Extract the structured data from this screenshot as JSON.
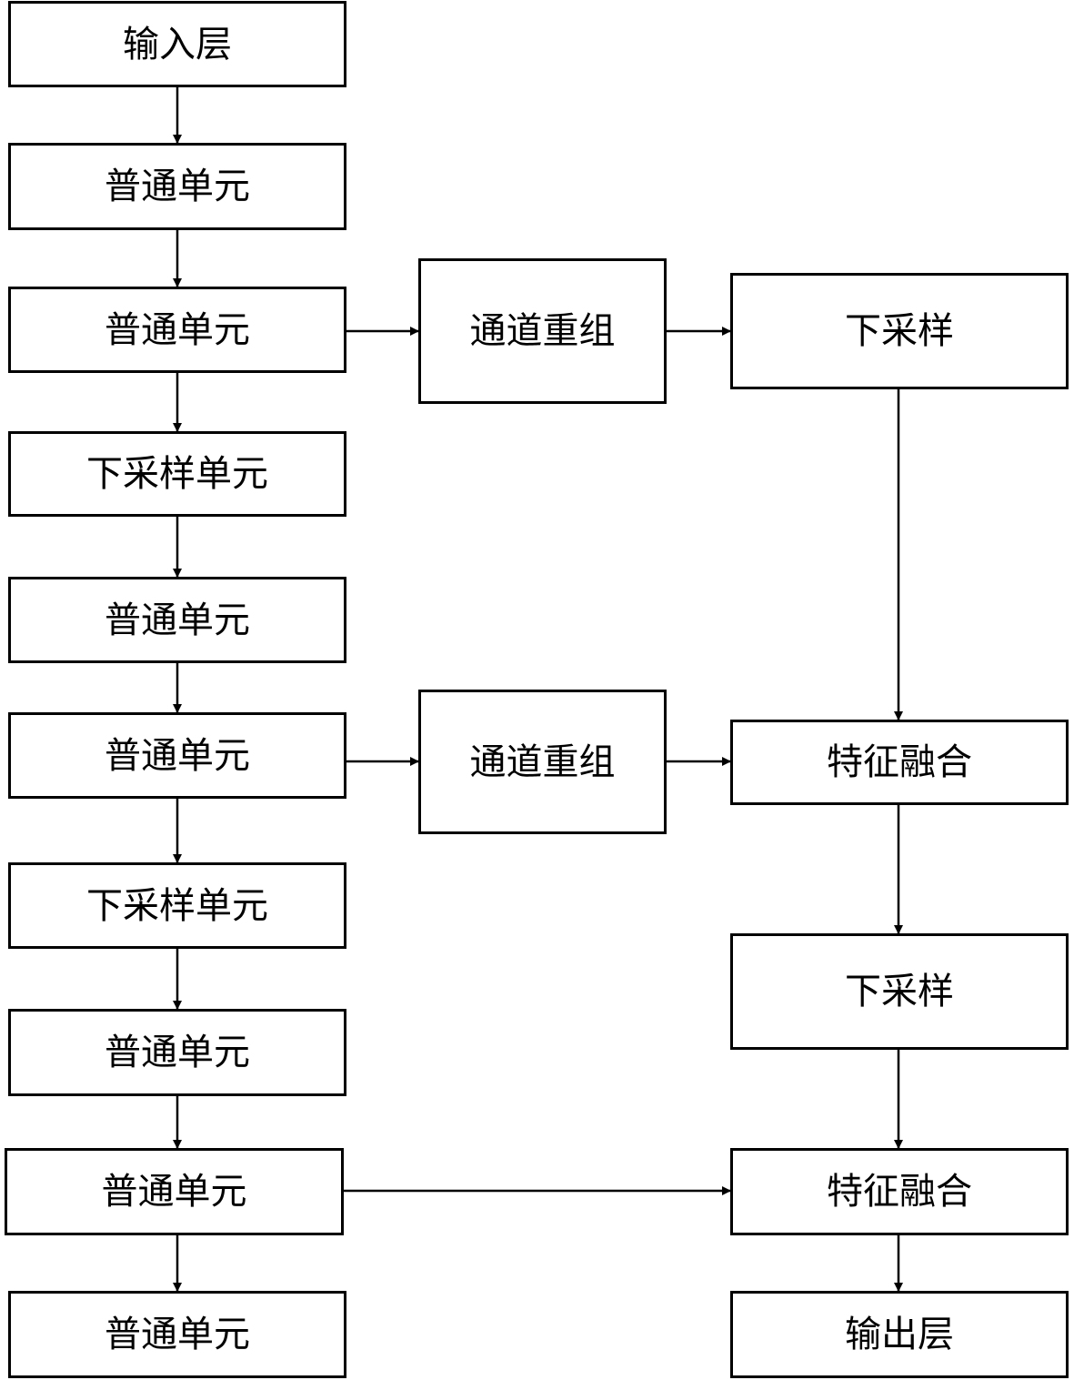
{
  "diagram": {
    "left_column": [
      {
        "label": "输入层"
      },
      {
        "label": "普通单元"
      },
      {
        "label": "普通单元"
      },
      {
        "label": "下采样单元"
      },
      {
        "label": "普通单元"
      },
      {
        "label": "普通单元"
      },
      {
        "label": "下采样单元"
      },
      {
        "label": "普通单元"
      },
      {
        "label": "普通单元"
      },
      {
        "label": "普通单元"
      }
    ],
    "middle_column": [
      {
        "label": "通道重组"
      },
      {
        "label": "通道重组"
      }
    ],
    "right_column": [
      {
        "label": "下采样"
      },
      {
        "label": "特征融合"
      },
      {
        "label": "下采样"
      },
      {
        "label": "特征融合"
      },
      {
        "label": "输出层"
      }
    ]
  }
}
